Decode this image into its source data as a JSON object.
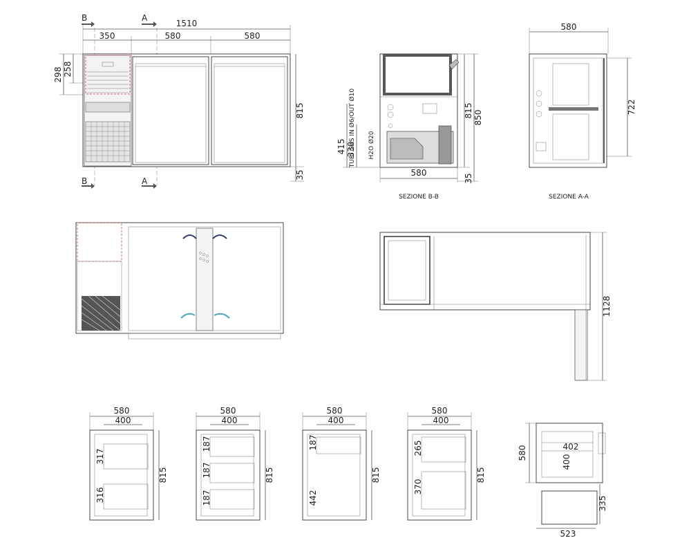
{
  "front_view": {
    "section_marks": [
      "B",
      "A",
      "B",
      "A"
    ],
    "total_width": "1510",
    "widths": [
      "350",
      "580",
      "580"
    ],
    "heights_left": [
      "298",
      "258"
    ],
    "height_right": "815",
    "foot": "35"
  },
  "section_bb": {
    "caption": "SEZIONE B-B",
    "width": "580",
    "h1": "815",
    "h2": "850",
    "foot": "35",
    "h_415": "415",
    "h_330": "330",
    "pipes": "TUBI GAS IN Ø6/OUT Ø10",
    "water": "H2O Ø20"
  },
  "section_aa": {
    "caption": "SEZIONE A-A",
    "width": "580",
    "height": "722"
  },
  "side_view": {
    "depth": "1128"
  },
  "drawer_variants": [
    {
      "width": "580",
      "inner": "400",
      "labels": [
        "317",
        "316"
      ],
      "height": "815"
    },
    {
      "width": "580",
      "inner": "400",
      "labels": [
        "187",
        "187",
        "187"
      ],
      "height": "815"
    },
    {
      "width": "580",
      "inner": "400",
      "labels": [
        "187",
        "442"
      ],
      "height": "815"
    },
    {
      "width": "580",
      "inner": "400",
      "labels": [
        "265",
        "370"
      ],
      "height": "815"
    }
  ],
  "plan_detail": {
    "depth": "580",
    "inner_w": "402",
    "inner_h": "400",
    "lower": "335",
    "bottom": "523"
  }
}
